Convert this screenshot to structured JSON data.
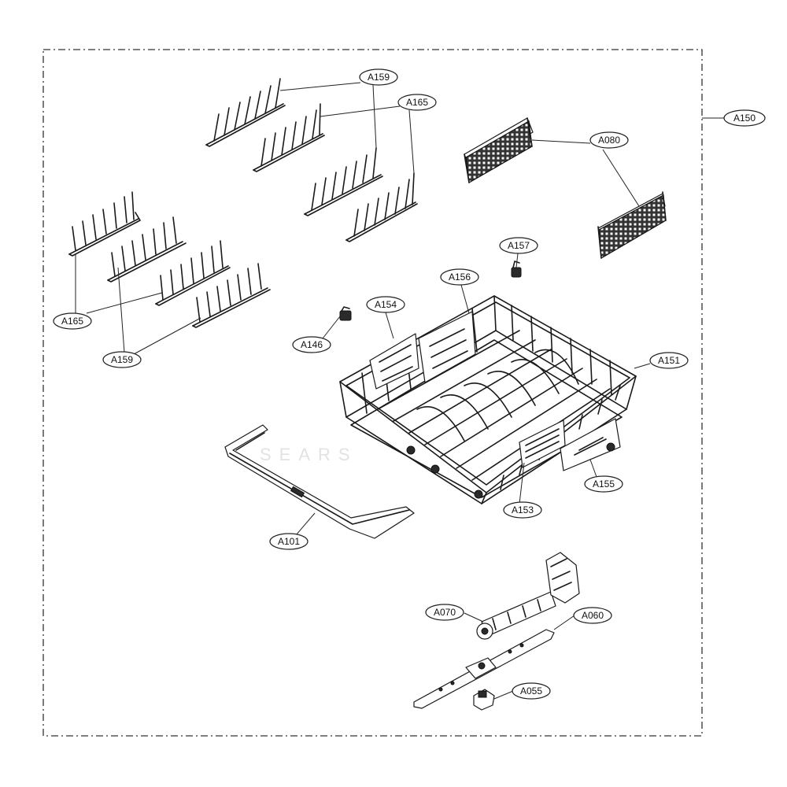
{
  "labels": {
    "a150": "A150",
    "a159_top": "A159",
    "a165_top": "A165",
    "a080": "A080",
    "a165_left": "A165",
    "a159_left": "A159",
    "a157": "A157",
    "a156": "A156",
    "a154": "A154",
    "a146": "A146",
    "a151": "A151",
    "a155": "A155",
    "a153": "A153",
    "a101": "A101",
    "a070": "A070",
    "a060": "A060",
    "a055": "A055"
  },
  "watermark": "SEARS"
}
